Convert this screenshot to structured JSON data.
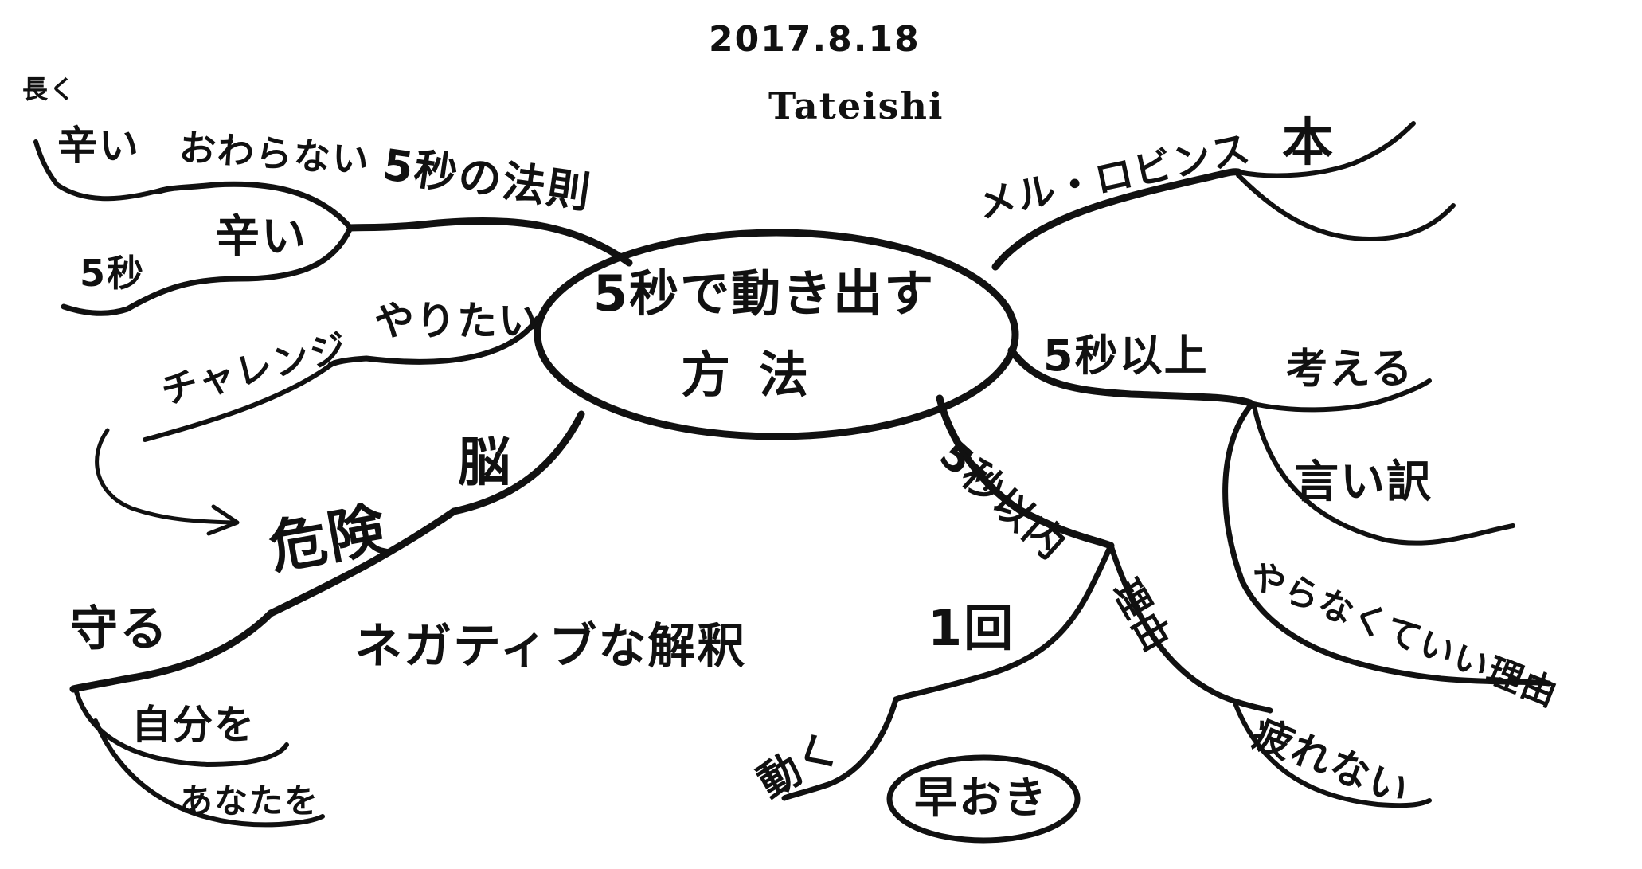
{
  "header": {
    "date": "2017.8.18",
    "author": "Tateishi"
  },
  "center": {
    "line1": "5秒で動き出す",
    "line2": "方法"
  },
  "branches": {
    "rule5": "5秒の法則",
    "nagaku": "長く",
    "tsurai_long": "辛い",
    "owaranai": "おわらない",
    "byo5": "5秒",
    "tsurai_short": "辛い",
    "yaritai": "やりたい",
    "challenge": "チャレンジ",
    "nou": "脳",
    "kiken": "危険",
    "mamoru": "守る",
    "jibun_wo": "自分を",
    "anata_wo": "あなたを",
    "negative": "ネガティブな解釈",
    "mel": "メル・ロビンス",
    "hon": "本",
    "over5": "5秒以上",
    "kangaeru": "考える",
    "iiwake": "言い訳",
    "yaranakute": "やらなくていい理由",
    "within5": "5秒以内",
    "ikkai": "1回",
    "ugoku": "動く",
    "hayaoki": "早おき",
    "riyuu": "理由",
    "tsukarenai": "疲れない"
  }
}
